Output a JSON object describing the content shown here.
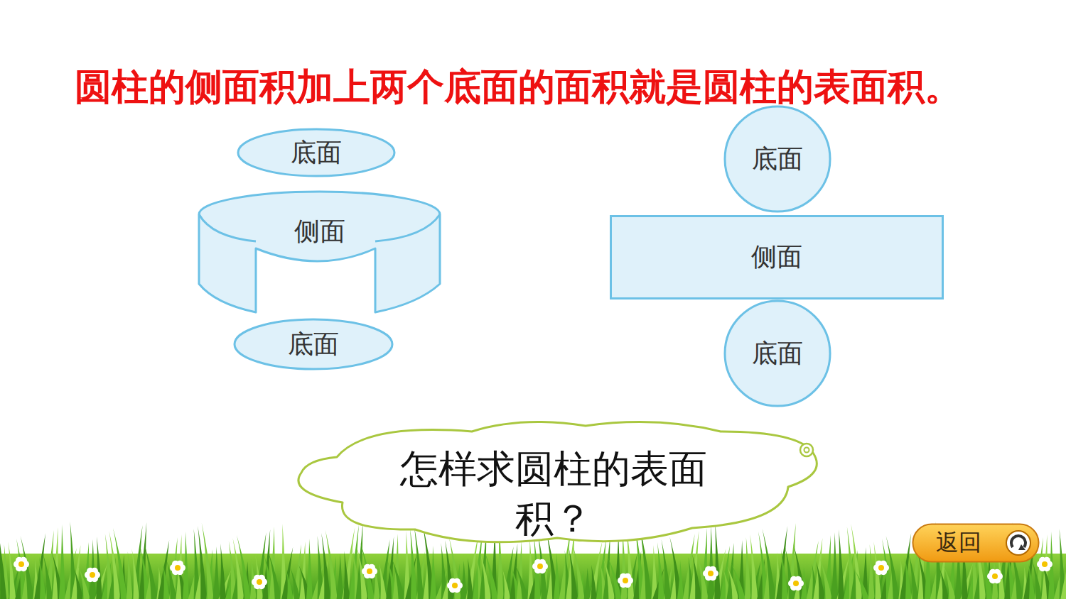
{
  "diagram": {
    "title": "圆柱的侧面积加上两个底面的面积就是圆柱的表面积。",
    "nodes": [
      {
        "text": [
          "底面"
        ]
      },
      {
        "text": [
          "侧面"
        ]
      },
      {
        "text": [
          "底面"
        ]
      },
      {
        "text": [
          "底面"
        ]
      },
      {
        "text": [
          "侧面"
        ]
      },
      {
        "text": [
          "底面"
        ]
      },
      {
        "text": [
          "怎样求圆柱的表面积？"
        ]
      },
      {
        "text": [
          "返回"
        ]
      }
    ]
  }
}
